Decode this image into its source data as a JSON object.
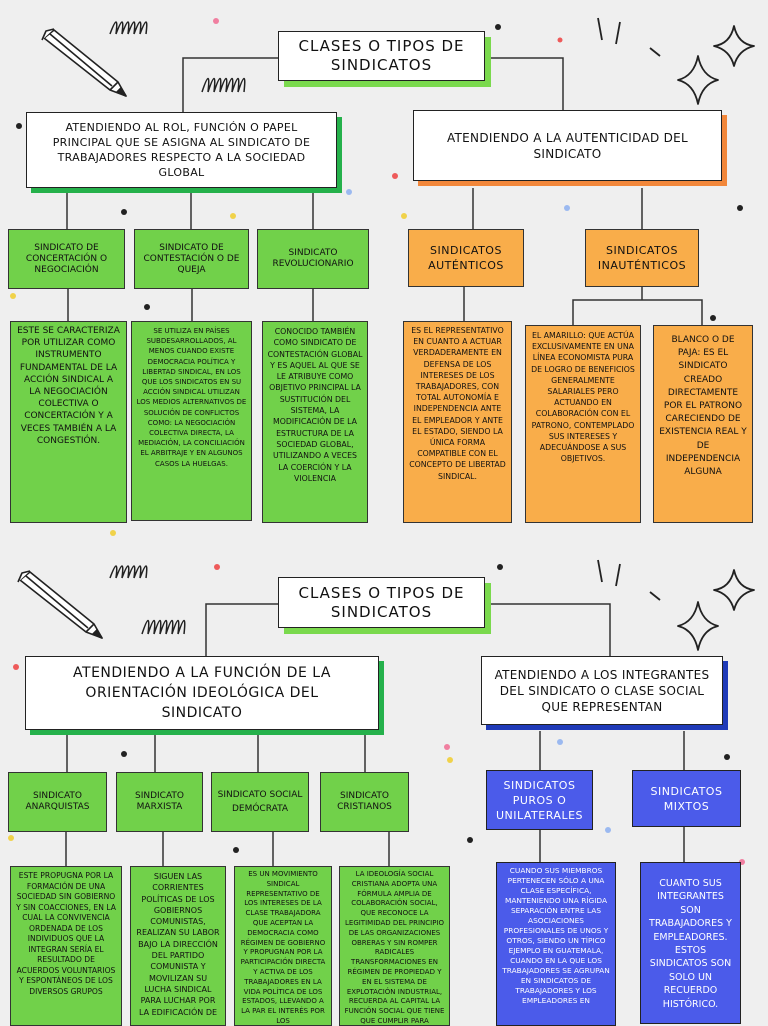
{
  "colors": {
    "green": "#71d14a",
    "orange": "#f9ad4a",
    "blue": "#4b5bea",
    "shadow_green": "#7ad94d",
    "shadow_orange": "#f2873a",
    "shadow_blue": "#1f3ab8"
  },
  "decorations": {
    "icons": [
      "pencil-icon",
      "sparkle-star-icon",
      "squiggle-icon",
      "confetti-icon"
    ]
  },
  "section1": {
    "title": "CLASES O TIPOS DE SINDICATOS",
    "left_header": "ATENDIENDO AL ROL, FUNCIÓN O PAPEL PRINCIPAL QUE SE ASIGNA AL SINDICATO DE TRABAJADORES RESPECTO A LA SOCIEDAD GLOBAL",
    "right_header": "ATENDIENDO  A LA AUTENTICIDAD DEL SINDICATO",
    "types": [
      {
        "label": "SINDICATO DE CONCERTACIÓN O NEGOCIACIÓN",
        "desc": "ESTE SE CARACTERIZA POR UTILIZAR COMO INSTRUMENTO FUNDAMENTAL DE LA ACCIÓN SINDICAL A LA NEGOCIACIÓN COLECTIVA O CONCERTACIÓN Y A VECES TAMBIÉN A LA CONGESTIÓN."
      },
      {
        "label": "SINDICATO DE CONTESTACIÓN O DE QUEJA",
        "desc": "SE UTILIZA EN PAÍSES SUBDESARROLLADOS, AL MENOS CUANDO EXISTE DEMOCRACIA POLÍTICA Y LIBERTAD SINDICAL, EN LOS QUE LOS SINDICATOS EN SU ACCIÓN SINDICAL UTILIZAN LOS MEDIOS ALTERNATIVOS DE SOLUCIÓN DE CONFLICTOS COMO: LA NEGOCIACIÓN COLECTIVA DIRECTA, LA MEDIACIÓN, LA CONCILIACIÓN EL ARBITRAJE Y EN ALGUNOS CASOS LA HUELGAS."
      },
      {
        "label": "SINDICATO REVOLUCIONARIO",
        "desc": "CONOCIDO TAMBIÉN COMO SINDICATO DE CONTESTACIÓN GLOBAL Y ES AQUEL AL QUE SE LE ATRIBUYE COMO OBJETIVO PRINCIPAL LA SUSTITUCIÓN DEL SISTEMA, LA MODIFICACIÓN DE LA ESTRUCTURA DE LA SOCIEDAD GLOBAL, UTILIZANDO A VECES LA COERCIÓN Y LA VIOLENCIA"
      },
      {
        "label": "SINDICATOS AUTÉNTICOS",
        "desc": "ES EL REPRESENTATIVO EN CUANTO A ACTUAR VERDADERAMENTE EN DEFENSA DE LOS INTERESES DE LOS TRABAJADORES, CON TOTAL AUTONOMÍA E INDEPENDENCIA ANTE EL EMPLEADOR Y ANTE EL ESTADO, SIENDO LA ÚNICA FORMA COMPATIBLE CON EL CONCEPTO DE LIBERTAD SINDICAL."
      },
      {
        "label": "SINDICATOS INAUTÉNTICOS",
        "desc_a": "EL AMARILLO: QUE ACTÚA EXCLUSIVAMENTE EN UNA LÍNEA ECONOMISTA PURA DE LOGRO DE BENEFICIOS GENERALMENTE SALARIALES PERO ACTUANDO EN COLABORACIÓN CON EL PATRONO, CONTEMPLADO SUS INTERESES Y ADECUÁNDOSE A SUS OBJETIVOS.",
        "desc_b": "BLANCO O DE PAJA: ES EL SINDICATO CREADO DIRECTAMENTE POR EL PATRONO CARECIENDO DE EXISTENCIA REAL Y DE INDEPENDENCIA ALGUNA"
      }
    ]
  },
  "section2": {
    "title": "CLASES O TIPOS DE SINDICATOS",
    "left_header": "ATENDIENDO A LA FUNCIÓN DE LA ORIENTACIÓN IDEOLÓGICA DEL SINDICATO",
    "right_header": "ATENDIENDO A LOS INTEGRANTES DEL SINDICATO O CLASE SOCIAL QUE REPRESENTAN",
    "types": [
      {
        "label": "SINDICATO ANARQUISTAS",
        "desc": "ESTE PROPUGNA POR LA FORMACIÓN DE UNA SOCIEDAD SIN GOBIERNO Y SIN COACCIONES, EN LA CUAL LA CONVIVENCIA ORDENADA DE LOS INDIVIDUOS QUE LA INTEGRAN SERÍA EL RESULTADO DE ACUERDOS VOLUNTARIOS Y ESPONTÁNEOS DE LOS DIVERSOS GRUPOS"
      },
      {
        "label": "SINDICATO MARXISTA",
        "desc": "SIGUEN LAS CORRIENTES POLÍTICAS DE LOS GOBIERNOS COMUNISTAS, REALIZAN SU LABOR BAJO LA DIRECCIÓN DEL PARTIDO COMUNISTA Y MOVILIZAN SU LUCHA SINDICAL PARA LUCHAR POR LA EDIFICACIÓN DE"
      },
      {
        "label": "SINDICATO SOCIAL DEMÓCRATA",
        "desc": "ES UN MOVIMIENTO SINDICAL REPRESENTATIVO DE LOS INTERESES DE LA CLASE TRABAJADORA QUE ACEPTAN LA DEMOCRACIA COMO RÉGIMEN DE GOBIERNO Y PROPUGNAN POR LA PARTICIPACIÓN DIRECTA Y ACTIVA DE LOS TRABAJADORES EN LA VIDA POLÍTICA DE LOS ESTADOS, LLEVANDO A LA PAR EL INTERÉS POR LOS"
      },
      {
        "label": "SINDICATO CRISTIANOS",
        "desc": "LA IDEOLOGÍA SOCIAL CRISTIANA ADOPTA UNA FÓRMULA AMPLIA DE COLABORACIÓN SOCIAL, QUE RECONOCE LA LEGITIMIDAD DEL PRINCIPIO DE LAS ORGANIZACIONES OBRERAS Y SIN ROMPER RADICALES TRANSFORMACIONES EN RÉGIMEN DE PROPIEDAD Y EN EL SISTEMA DE EXPLOTACIÓN INDUSTRIAL, RECUERDA AL CAPITAL LA FUNCIÓN SOCIAL QUE TIENE QUE CUMPLIR PARA"
      },
      {
        "label": "SINDICATOS PUROS O UNILATERALES",
        "desc": "CUANDO SUS MIEMBROS PERTENECEN SÓLO A UNA CLASE ESPECÍFICA, MANTENIENDO UNA RÍGIDA SEPARACIÓN ENTRE LAS ASOCIACIONES PROFESIONALES DE UNOS Y OTROS, SIENDO UN TÍPICO EJEMPLO EN GUATEMALA, CUANDO EN LA QUE LOS TRABAJADORES SE AGRUPAN EN SINDICATOS DE TRABAJADORES Y LOS EMPLEADORES EN"
      },
      {
        "label": "SINDICATOS MIXTOS",
        "desc": "CUANTO SUS INTEGRANTES SON TRABAJADORES Y EMPLEADORES. ESTOS SINDICATOS SON SOLO UN RECUERDO HISTÓRICO."
      }
    ]
  }
}
